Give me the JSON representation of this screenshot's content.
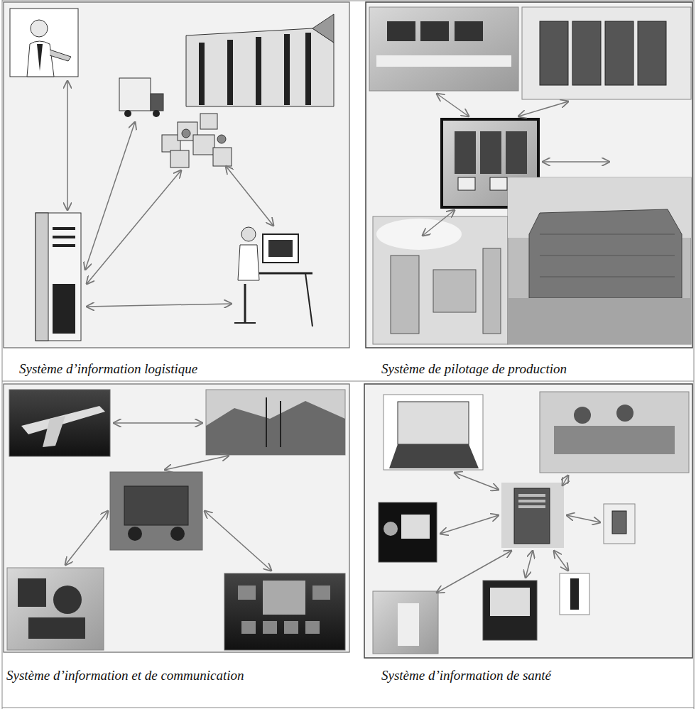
{
  "diagram": {
    "nodes": [
      {
        "text": [
          "Système d’information logistique"
        ]
      },
      {
        "text": [
          "Système de pilotage de production"
        ]
      },
      {
        "text": [
          "Système d’information et de communication"
        ]
      },
      {
        "text": [
          "Système d’information de santé"
        ]
      }
    ]
  }
}
